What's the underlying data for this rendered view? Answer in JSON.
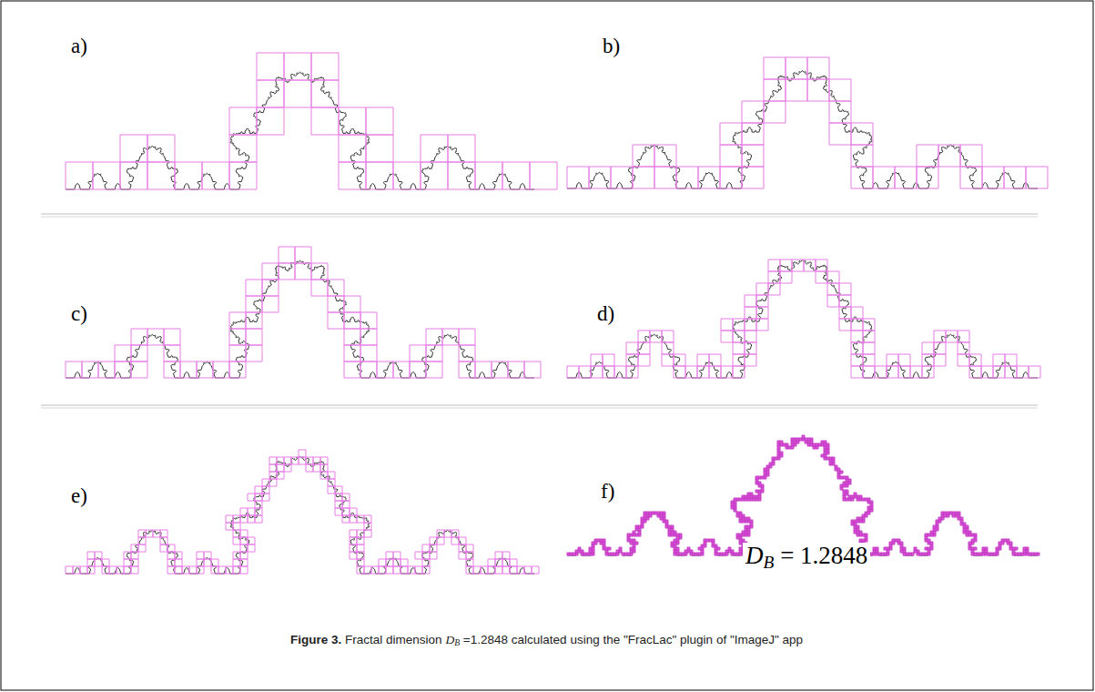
{
  "diagram": {
    "caption": "Figure 3. Fractal dimension DB =1.2848 calculated using the \"FracLac\" plugin of \"ImageJ\" app",
    "labels": [
      "a)",
      "b)",
      "c)",
      "d)",
      "e)",
      "f)",
      "DB = 1.2848"
    ]
  }
}
